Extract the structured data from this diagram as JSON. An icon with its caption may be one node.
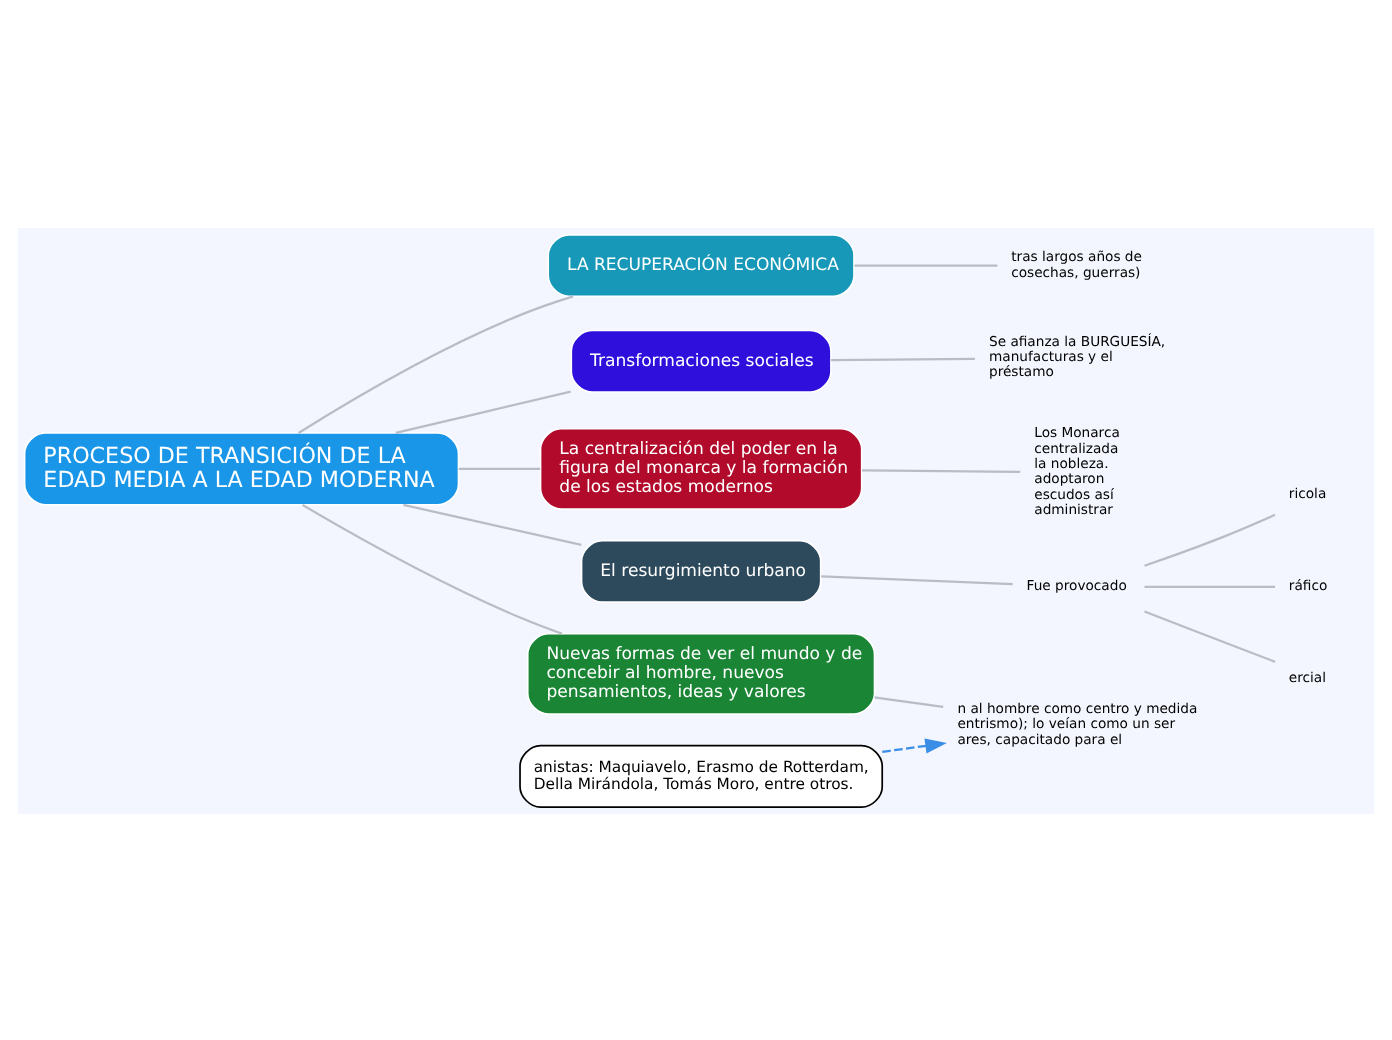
{
  "diagram": {
    "nodes": [
      {
        "text": [
          "PROCESO DE TRANSICIÓN DE LA EDAD MEDIA A LA EDAD MODERNA"
        ]
      },
      {
        "text": [
          "LA RECUPERACIÓN ECONÓMICA"
        ]
      },
      {
        "text": [
          "tras largos años de cosechas, guerras)"
        ]
      },
      {
        "text": [
          "Transformaciones sociales"
        ]
      },
      {
        "text": [
          "Se afianza la BURGUESÍA, manufacturas y el préstamo"
        ]
      },
      {
        "text": [
          "La centralización del poder en la figura del monarca y la formación de los estados modernos"
        ]
      },
      {
        "text": [
          "Los Monarca centralizada la nobleza. adoptaron escudos así administrar"
        ]
      },
      {
        "text": [
          "El resurgimiento urbano"
        ]
      },
      {
        "text": [
          "Fue provocado"
        ]
      },
      {
        "text": [
          "ricola"
        ]
      },
      {
        "text": [
          "ráfico"
        ]
      },
      {
        "text": [
          "ercial"
        ]
      },
      {
        "text": [
          "Nuevas formas de ver el mundo y de concebir al hombre, nuevos pensamientos, ideas y valores"
        ]
      },
      {
        "text": [
          "n al hombre como centro y medida entrismo); lo veían como un ser ares, capacitado para el"
        ]
      },
      {
        "text": [
          "anistas: Maquiavelo, Erasmo de Rotterdam, Della Mirándola, Tomás Moro, entre otros."
        ]
      }
    ],
    "edges": [
      {
        "from": 0,
        "to": 1,
        "arrow": "none"
      },
      {
        "from": 1,
        "to": 2,
        "arrow": "none"
      },
      {
        "from": 0,
        "to": 3,
        "arrow": "none"
      },
      {
        "from": 3,
        "to": 4,
        "arrow": "none"
      },
      {
        "from": 0,
        "to": 5,
        "arrow": "none"
      },
      {
        "from": 5,
        "to": 6,
        "arrow": "none"
      },
      {
        "from": 0,
        "to": 7,
        "arrow": "none"
      },
      {
        "from": 7,
        "to": 8,
        "arrow": "none"
      },
      {
        "from": 8,
        "to": 9,
        "arrow": "none"
      },
      {
        "from": 8,
        "to": 10,
        "arrow": "none"
      },
      {
        "from": 8,
        "to": 11,
        "arrow": "none"
      },
      {
        "from": 0,
        "to": 12,
        "arrow": "none"
      },
      {
        "from": 12,
        "to": 13,
        "arrow": "none"
      },
      {
        "from": 14,
        "to": 13,
        "arrow": "to",
        "style": "dashed",
        "color": "#3a8ee6"
      }
    ]
  }
}
